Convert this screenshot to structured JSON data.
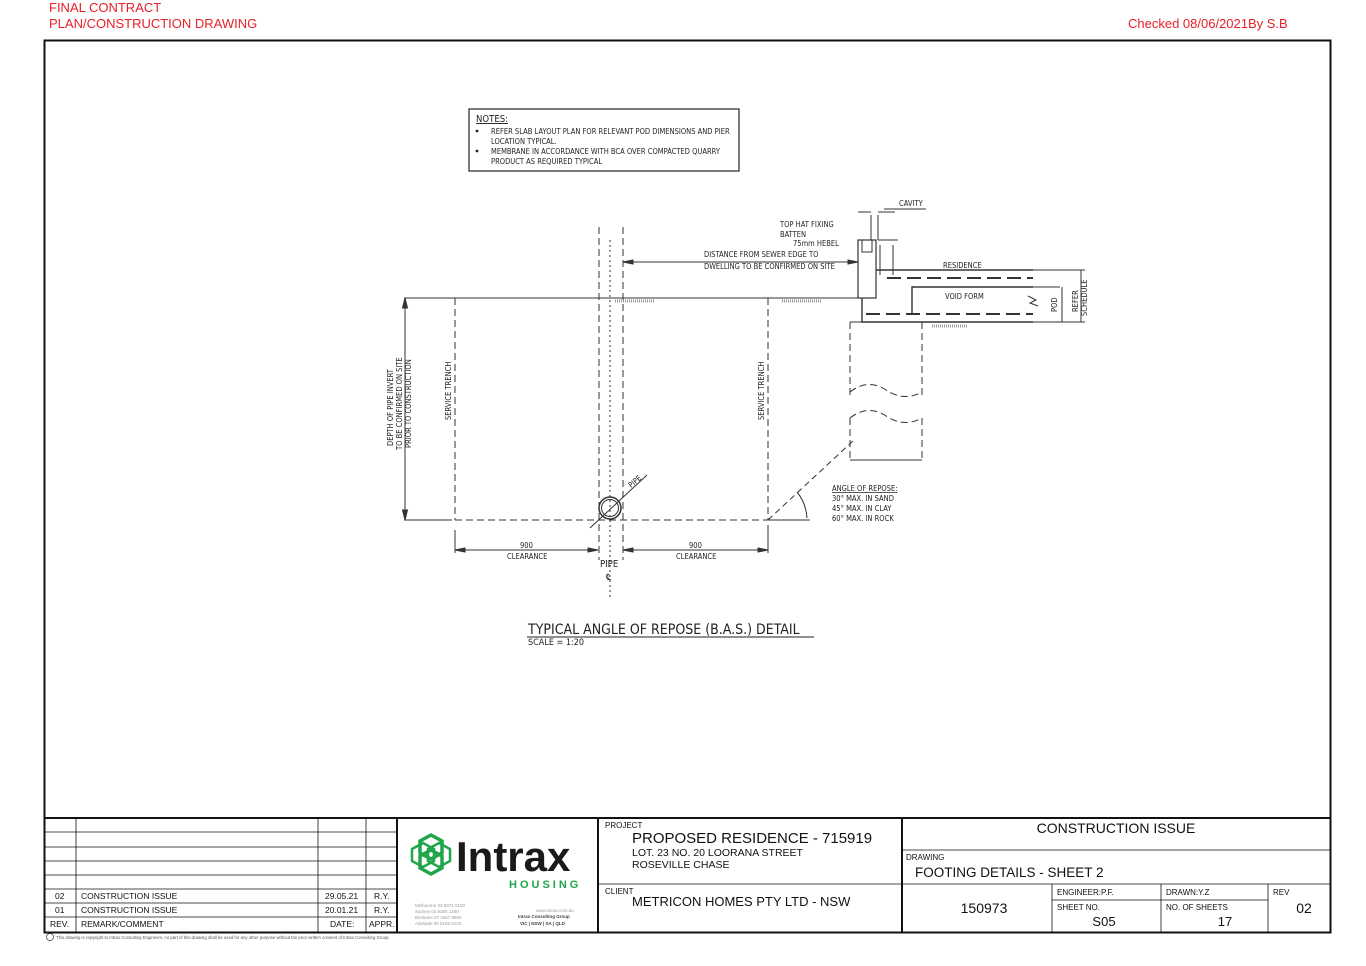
{
  "header": {
    "stamp_line1": "FINAL CONTRACT",
    "stamp_line2": "PLAN/CONSTRUCTION DRAWING",
    "checked": "Checked 08/06/2021By S.B"
  },
  "notes": {
    "title": "NOTES:",
    "items": [
      {
        "line1": "REFER SLAB LAYOUT PLAN FOR RELEVANT POD DIMENSIONS AND PIER",
        "line2": "LOCATION TYPICAL."
      },
      {
        "line1": "MEMBRANE IN ACCORDANCE WITH BCA OVER COMPACTED QUARRY",
        "line2": "PRODUCT AS REQUIRED TYPICAL"
      }
    ]
  },
  "detail": {
    "cavity": "CAVITY",
    "top_hat_1": "TOP HAT FIXING",
    "top_hat_2": "BATTEN",
    "hebel": "75mm HEBEL",
    "distance_1": "DISTANCE FROM SEWER EDGE TO",
    "distance_2": "DWELLING TO BE CONFIRMED ON SITE",
    "residence": "RESIDENCE",
    "void_form": "VOID FORM",
    "pod": "POD",
    "refer": "REFER",
    "schedule": "SCHEDULE",
    "depth_1": "DEPTH OF PIPE INVERT",
    "depth_2": "TO BE CONFIRMED ON SITE",
    "depth_3": "PRIOR TO CONSTRUCTION",
    "service_trench": "SERVICE TRENCH",
    "pipe_label": "PIPE",
    "clearance_value": "900",
    "clearance_label": "CLEARANCE",
    "pipe_cl": "PIPE",
    "cl_symbol": "℄",
    "repose_title": "ANGLE OF REPOSE:",
    "repose_lines": [
      "30° MAX. IN SAND",
      "45° MAX. IN CLAY",
      "60° MAX. IN ROCK"
    ],
    "title": "TYPICAL ANGLE OF REPOSE (B.A.S.) DETAIL",
    "scale": "SCALE = 1:20"
  },
  "revisions": {
    "rows": [
      {
        "rev": "02",
        "remark": "CONSTRUCTION ISSUE",
        "date": "29.05.21",
        "appr": "R.Y."
      },
      {
        "rev": "01",
        "remark": "CONSTRUCTION ISSUE",
        "date": "20.01.21",
        "appr": "R.Y."
      }
    ],
    "headers": {
      "rev": "REV.",
      "remark": "REMARK/COMMENT",
      "date": "DATE:",
      "appr": "APPR."
    }
  },
  "logo": {
    "name": "Intrax",
    "sub": "HOUSING",
    "offices": [
      "Melbourne   03 8371 0100",
      "Sydney        02 8355 1200",
      "Brisbane     07 3367 0800",
      "Adelaide     08 8165 0122"
    ],
    "web": "www.intrax.com.au",
    "group": "Intrax Consulting Group",
    "states": "VIC | NSW | SA | QLD",
    "brand_color": "#1fa64a"
  },
  "project": {
    "label": "PROJECT",
    "title": "PROPOSED RESIDENCE - 715919",
    "address1": "LOT. 23 NO. 20 LOORANA STREET",
    "address2": "ROSEVILLE CHASE",
    "client_label": "CLIENT",
    "client": "METRICON HOMES PTY LTD - NSW"
  },
  "titleblock": {
    "issue": "CONSTRUCTION ISSUE",
    "drawing_label": "DRAWING",
    "drawing": "FOOTING DETAILS - SHEET 2",
    "job": "150973",
    "engineer": "ENGINEER:P.F.",
    "drawn": "DRAWN:Y.Z",
    "rev_label": "REV",
    "rev": "02",
    "sheet_label": "SHEET NO.",
    "sheet": "S05",
    "sheets_label": "NO. OF SHEETS",
    "sheets": "17"
  },
  "footer": {
    "copyright": "This drawing is copyright to Intrax Consulting Engineers, no part of this drawing shall be used for any other purpose without the prior written consent of Intrax Consulting Group."
  }
}
